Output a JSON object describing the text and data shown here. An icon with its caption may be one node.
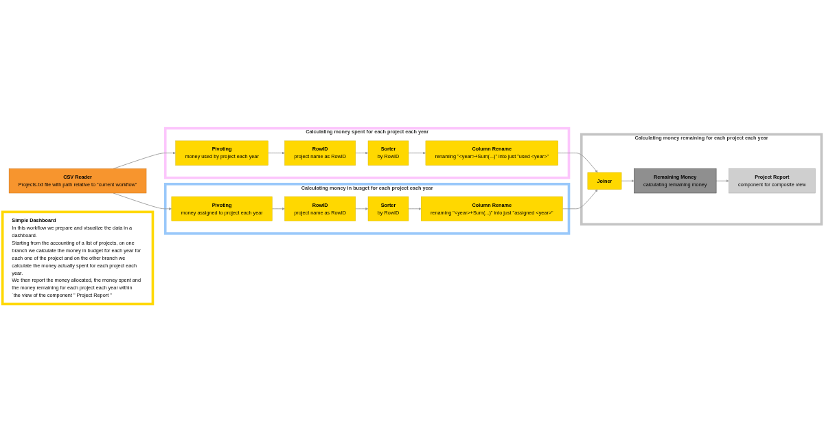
{
  "diagram": {
    "nodes": [
      {
        "text": [
          "CSV Reader",
          "Projects.txt file with path relative to \"current workflow\""
        ]
      },
      {
        "text": [
          "Calculating money spent for each project each year"
        ]
      },
      {
        "text": [
          "Pivoting",
          "money used by project each year"
        ],
        "in": 1
      },
      {
        "text": [
          "RowID",
          "project name as RowID"
        ],
        "in": 1
      },
      {
        "text": [
          "Sorter",
          "by RowID"
        ],
        "in": 1
      },
      {
        "text": [
          "Column Rename",
          "renaming \"<year>+Sum(...)\" into just \"used <year>\""
        ],
        "in": 1
      },
      {
        "text": [
          "Calculating money in busget for each project each year"
        ]
      },
      {
        "text": [
          "Pivoting",
          "money assigned to project each year"
        ],
        "in": 6
      },
      {
        "text": [
          "RowID",
          "project name as RowID"
        ],
        "in": 6
      },
      {
        "text": [
          "Sorter",
          "by RowID"
        ],
        "in": 6
      },
      {
        "text": [
          "Column Rename",
          "renaming \"<year>+Sum(...)\" into just \"assigned <year>\""
        ],
        "in": 6
      },
      {
        "text": [
          "Calculating money remaining for each project each year"
        ]
      },
      {
        "text": [
          "Joiner"
        ],
        "in": 11
      },
      {
        "text": [
          "Remaining Money",
          "calculating remaining money"
        ],
        "in": 11
      },
      {
        "text": [
          "Project Report",
          "component for composite view"
        ],
        "in": 11
      },
      {
        "text": [
          "Simple Dashboard",
          "In this workflow we prepare and visualize the data in a dashboard.",
          "Starting from the accounting of a list of projects, on one branch we calculate the money in budget for each year for each one of the project and on the other branch we calculate the money actually spent for each project each year.",
          "We then report the money allocated, the money spent and the money remaining for each project each year within ´the view of the component \" Project Report \""
        ]
      }
    ],
    "edges": [
      {
        "from": 0,
        "to": 2,
        "arrow": "to"
      },
      {
        "from": 0,
        "to": 7,
        "arrow": "to"
      },
      {
        "from": 2,
        "to": 3,
        "arrow": "to"
      },
      {
        "from": 3,
        "to": 4,
        "arrow": "to"
      },
      {
        "from": 4,
        "to": 5,
        "arrow": "to"
      },
      {
        "from": 5,
        "to": 12,
        "arrow": "to"
      },
      {
        "from": 7,
        "to": 8,
        "arrow": "to"
      },
      {
        "from": 8,
        "to": 9,
        "arrow": "to"
      },
      {
        "from": 9,
        "to": 10,
        "arrow": "to"
      },
      {
        "from": 10,
        "to": 12,
        "arrow": "to"
      },
      {
        "from": 12,
        "to": 13,
        "arrow": "to"
      },
      {
        "from": 13,
        "to": 14,
        "arrow": "to"
      }
    ]
  }
}
